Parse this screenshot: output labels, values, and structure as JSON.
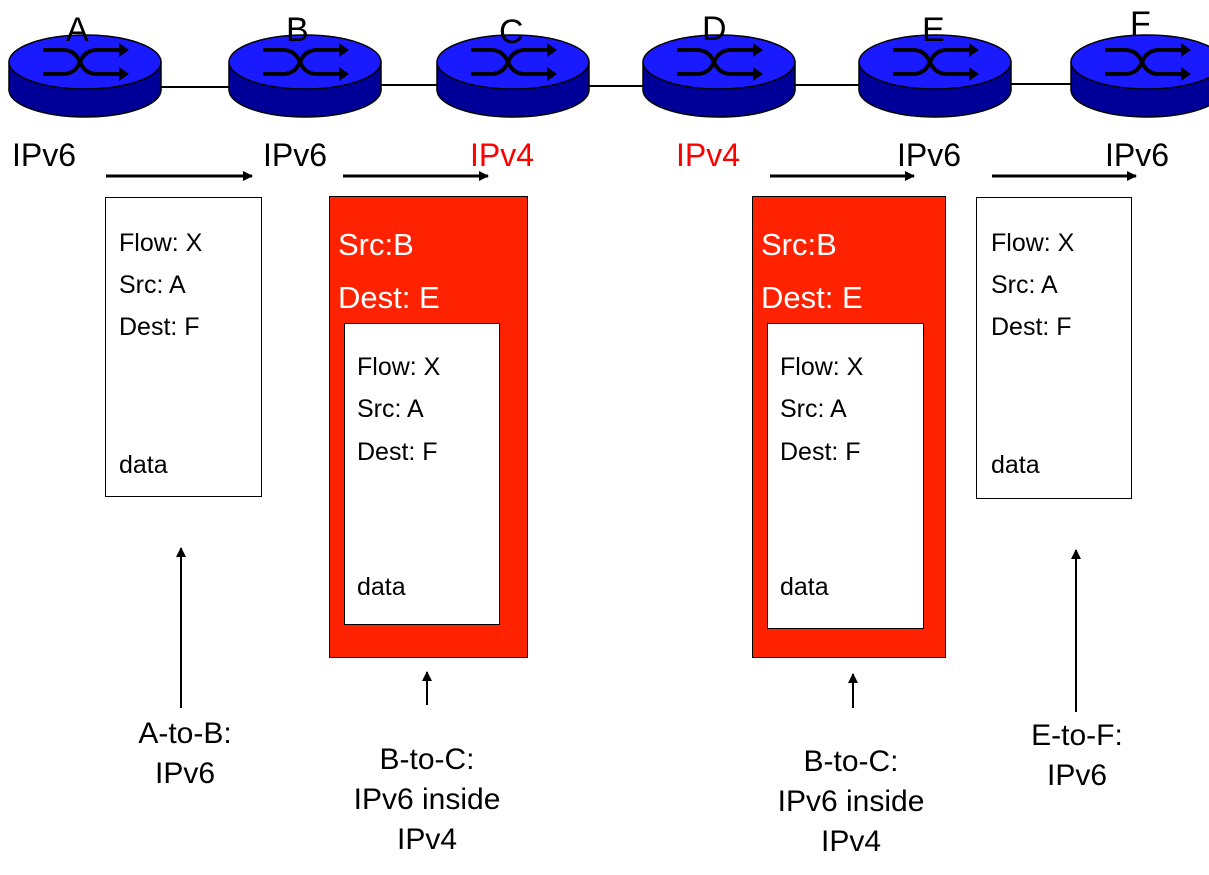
{
  "routers": [
    {
      "label": "A",
      "protocol": "IPv6",
      "protocol_color": "#000000"
    },
    {
      "label": "B",
      "protocol": "IPv6",
      "protocol_color": "#000000"
    },
    {
      "label": "C",
      "protocol": "IPv4",
      "protocol_color": "#ff0000"
    },
    {
      "label": "D",
      "protocol": "IPv4",
      "protocol_color": "#ff0000"
    },
    {
      "label": "E",
      "protocol": "IPv6",
      "protocol_color": "#000000"
    },
    {
      "label": "F",
      "protocol": "IPv6",
      "protocol_color": "#000000"
    }
  ],
  "router_color": "#0000ee",
  "tunnel_color": "#ff2200",
  "packets": {
    "a_to_b": {
      "flow": "Flow: X",
      "src": "Src: A",
      "dest": "Dest: F",
      "data": "data"
    },
    "b_to_c": {
      "outer_src": "Src:B",
      "outer_dest": "Dest: E",
      "inner": {
        "flow": "Flow: X",
        "src": "Src: A",
        "dest": "Dest: F",
        "data": "data"
      }
    },
    "d_to_e": {
      "outer_src": "Src:B",
      "outer_dest": "Dest: E",
      "inner": {
        "flow": "Flow: X",
        "src": "Src: A",
        "dest": "Dest: F",
        "data": "data"
      }
    },
    "e_to_f": {
      "flow": "Flow: X",
      "src": "Src: A",
      "dest": "Dest: F",
      "data": "data"
    }
  },
  "captions": {
    "a_to_b": [
      "A-to-B:",
      "IPv6"
    ],
    "b_to_c": [
      "B-to-C:",
      "IPv6 inside",
      "IPv4"
    ],
    "d_to_e": [
      "B-to-C:",
      "IPv6 inside",
      "IPv4"
    ],
    "e_to_f": [
      "E-to-F:",
      "IPv6"
    ]
  }
}
